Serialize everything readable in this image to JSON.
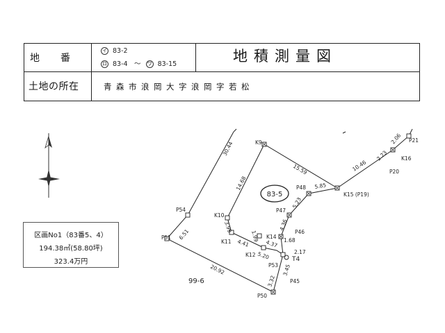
{
  "header": {
    "chiban_label": "地番",
    "chiban_lines": [
      {
        "mark": "イ",
        "text": "83-2"
      },
      {
        "mark": "ロ",
        "text": "83-4　〜",
        "mark2": "ワ",
        "text2": "83-15"
      }
    ],
    "title": "地積測量図",
    "location_label": "土地の所在",
    "location_value": "青森市浪岡大字浪岡字若松"
  },
  "area_box": {
    "line1": "区画No1（83番5、4）",
    "line2": "194.38㎡(58.80坪)",
    "line3": "323.4万円"
  },
  "plan": {
    "parcel_label": "83-5",
    "adjacent_label": "99-6",
    "points": [
      "P21",
      "K16",
      "P20",
      "K15 (P19)",
      "P48",
      "P47",
      "P46",
      "K14",
      "T4",
      "P53",
      "P45",
      "P50",
      "P51",
      "P54",
      "K10",
      "K11",
      "K12",
      "K9"
    ],
    "distances": [
      "30.44",
      "14.68",
      "15.59",
      "10.46",
      "2.23",
      "2.06",
      "5.85",
      "5.23",
      "4.36",
      "1.68",
      "2.17",
      "3.45",
      "3.32",
      "20.92",
      "6.51",
      "3.99",
      "1.99",
      "4.41",
      "4.37",
      "5.20"
    ]
  },
  "colors": {
    "line": "#222222",
    "background": "#ffffff"
  }
}
